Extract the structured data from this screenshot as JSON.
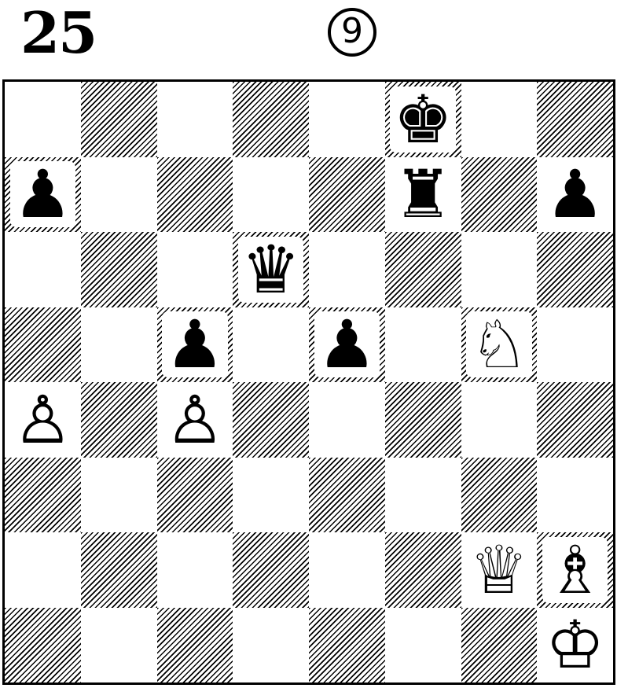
{
  "header": {
    "puzzle_number": "25",
    "move_count": "9"
  },
  "board": {
    "files": [
      "a",
      "b",
      "c",
      "d",
      "e",
      "f",
      "g",
      "h"
    ],
    "ranks": [
      8,
      7,
      6,
      5,
      4,
      3,
      2,
      1
    ],
    "pieces": {
      "f8": {
        "glyph": "♚",
        "name": "black-king-icon"
      },
      "a7": {
        "glyph": "♟",
        "name": "black-pawn-icon"
      },
      "f7": {
        "glyph": "♜",
        "name": "black-rook-icon"
      },
      "h7": {
        "glyph": "♟",
        "name": "black-pawn-icon"
      },
      "d6": {
        "glyph": "♛",
        "name": "black-queen-icon"
      },
      "c5": {
        "glyph": "♟",
        "name": "black-pawn-icon"
      },
      "e5": {
        "glyph": "♟",
        "name": "black-pawn-icon"
      },
      "g5": {
        "glyph": "♘",
        "name": "white-knight-icon"
      },
      "a4": {
        "glyph": "♙",
        "name": "white-pawn-icon"
      },
      "c4": {
        "glyph": "♙",
        "name": "white-pawn-icon"
      },
      "g2": {
        "glyph": "♕",
        "name": "white-queen-icon"
      },
      "h2": {
        "glyph": "♗",
        "name": "white-bishop-icon"
      },
      "h1": {
        "glyph": "♔",
        "name": "white-king-icon"
      }
    }
  }
}
